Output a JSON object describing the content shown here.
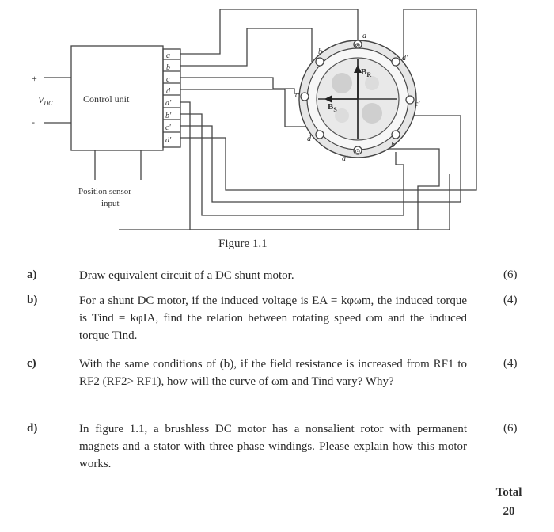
{
  "figure": {
    "vdc_label": "V",
    "vdc_sub": "DC",
    "plus": "+",
    "minus": "-",
    "control_unit": "Control unit",
    "terminals": [
      "a",
      "b",
      "c",
      "d",
      "a'",
      "b'",
      "c'",
      "d'"
    ],
    "position_sensor": "Position sensor",
    "position_input": "input",
    "motor_labels": {
      "a": "a",
      "b": "b",
      "c": "c",
      "d": "d",
      "a_prime": "a'",
      "b_prime": "b'",
      "c_prime": "c'",
      "d_prime": "d'",
      "BR": "B",
      "BR_sub": "R",
      "BS": "B",
      "BS_sub": "S"
    },
    "caption": "Figure 1.1"
  },
  "questions": [
    {
      "letter": "a)",
      "text": "Draw equivalent circuit of a DC shunt motor.",
      "marks": "(6)"
    },
    {
      "letter": "b)",
      "text": "For a shunt DC motor, if the induced voltage is EA = kφωm, the induced torque is Tind = kφIA, find the relation between rotating speed ωm and the induced torque Tind.",
      "marks": "(4)"
    },
    {
      "letter": "c)",
      "text": "With the same conditions of (b), if the field resistance is increased from RF1 to RF2 (RF2> RF1), how will the curve of ωm and Tind vary? Why?",
      "marks": "(4)"
    },
    {
      "letter": "d)",
      "text": "In figure 1.1, a brushless DC motor has a nonsalient rotor with permanent magnets and a stator with three phase windings. Please explain how this motor works.",
      "marks": "(6)"
    }
  ],
  "total": {
    "label": "Total",
    "value": "20"
  }
}
